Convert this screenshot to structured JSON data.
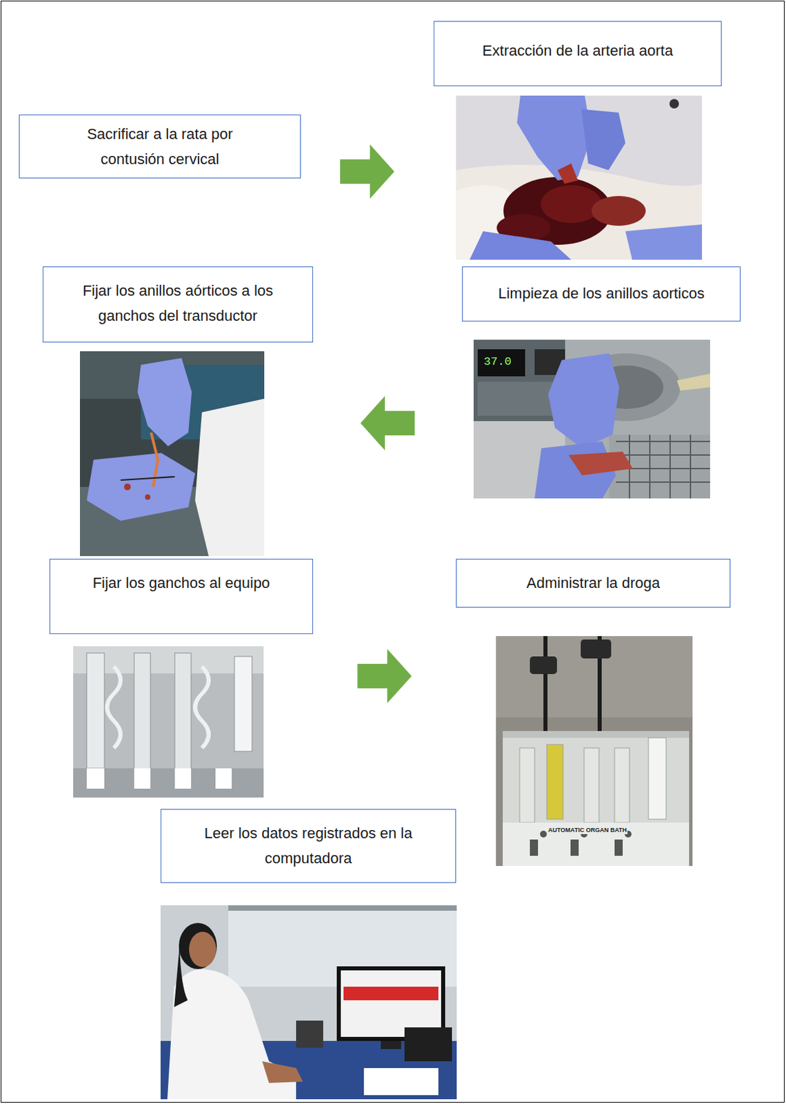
{
  "diagram": {
    "nodes": [
      {
        "text": [
          "Sacrificar a la rata por contusión cervical"
        ]
      },
      {
        "text": [
          "Extracción de la arteria aorta"
        ]
      },
      {
        "text": [
          "Fijar los anillos aórticos a los ganchos del transductor"
        ]
      },
      {
        "text": [
          "Limpieza de los anillos aorticos"
        ]
      },
      {
        "text": [
          "Fijar los ganchos al equipo"
        ]
      },
      {
        "text": [
          "Administrar la droga"
        ]
      },
      {
        "text": [
          "Leer los datos registrados en la computadora"
        ]
      }
    ],
    "edges": [
      {
        "from": 0,
        "to": 1,
        "arrow": "to"
      },
      {
        "from": 3,
        "to": 2,
        "arrow": "to"
      },
      {
        "from": 4,
        "to": 5,
        "arrow": "to"
      }
    ],
    "labels": [
      "37.0",
      "AUTOMATIC ORGAN BATH"
    ]
  }
}
